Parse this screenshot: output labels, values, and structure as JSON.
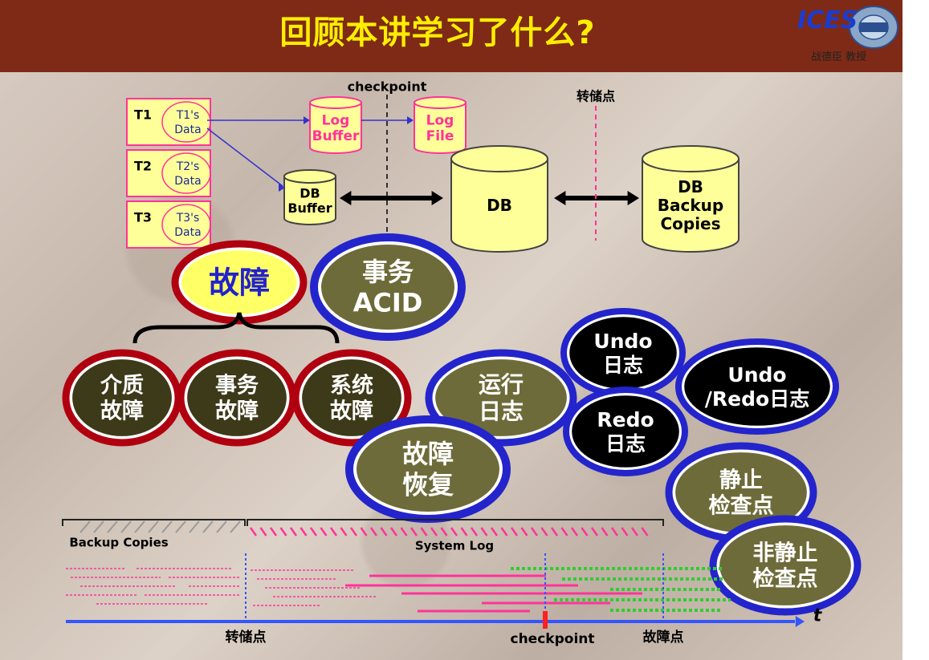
{
  "title": "回顾本讲学习了什么?",
  "logo": {
    "text": "ICES",
    "subtitle": "战德臣 教授"
  },
  "arch": {
    "transactions": [
      {
        "id": "T1",
        "data": "T1's\nData"
      },
      {
        "id": "T2",
        "data": "T2's\nData"
      },
      {
        "id": "T3",
        "data": "T3's\nData"
      }
    ],
    "log_buffer": "Log\nBuffer",
    "log_file": "Log\nFile",
    "db_buffer": "DB\nBuffer",
    "db": "DB",
    "db_backup": "DB\nBackup\nCopies",
    "checkpoint_label": "checkpoint",
    "dump_label": "转储点"
  },
  "concepts": {
    "fault": "故障",
    "transaction_acid": "事务\nACID",
    "media_fault": "介质\n故障",
    "txn_fault": "事务\n故障",
    "system_fault": "系统\n故障",
    "run_log": "运行\n日志",
    "fault_recovery": "故障\n恢复",
    "undo_log": "Undo\n日志",
    "redo_log": "Redo\n日志",
    "undo_redo_log": "Undo\n/Redo日志",
    "static_checkpoint": "静止\n检查点",
    "nonstatic_checkpoint": "非静止\n检查点"
  },
  "timeline": {
    "backup_label": "Backup Copies",
    "system_log_label": "System Log",
    "t_label": "t",
    "dump_point": "转储点",
    "checkpoint": "checkpoint",
    "fault_point": "故障点"
  },
  "colors": {
    "header_bg": "#7e2a17",
    "title": "#ffee00",
    "cyl_fill": "#ffff99",
    "pink": "#ff3399",
    "blue_ring": "#2424cc",
    "red_ring": "#b00010",
    "olive": "#6e6b3a",
    "dark_olive": "#3d3a1a",
    "timeline_blue": "#3355ff",
    "green": "#33cc33"
  }
}
